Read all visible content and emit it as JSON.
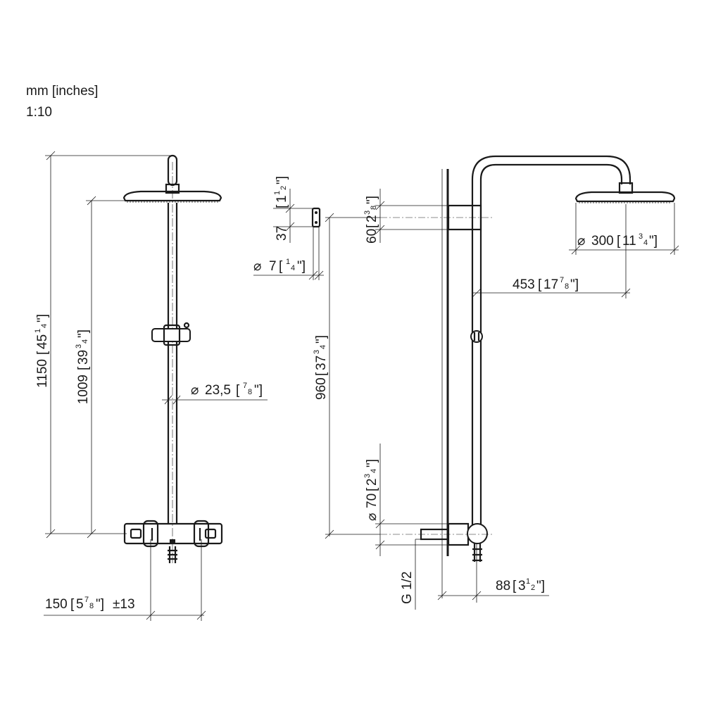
{
  "header": {
    "units": "mm [inches]",
    "scale": "1:10"
  },
  "dimensions": {
    "total_height": {
      "mm": "1150",
      "in_whole": "45",
      "in_num": "1",
      "in_den": "4"
    },
    "head_height": {
      "mm": "1009",
      "in_whole": "39",
      "in_num": "3",
      "in_den": "4"
    },
    "pipe_diameter": {
      "sym": "⌀",
      "mm": "23,5",
      "in_num": "7",
      "in_den": "8"
    },
    "valve_center": {
      "mm": "150",
      "in_whole": "5",
      "in_num": "7",
      "in_den": "8",
      "tol": "±13"
    },
    "bracket_height": {
      "in_whole": "1",
      "in_num": "1",
      "in_den": "2"
    },
    "bracket_mm": {
      "mm": "37"
    },
    "screw_diameter": {
      "sym": "⌀",
      "mm": "7",
      "in_num": "1",
      "in_den": "4"
    },
    "wall_bracket": {
      "mm": "60",
      "in_whole": "2",
      "in_num": "3",
      "in_den": "8"
    },
    "bracket_to_valve": {
      "mm": "960",
      "in_whole": "37",
      "in_num": "3",
      "in_den": "4"
    },
    "rosette_diameter": {
      "sym": "⌀",
      "mm": "70",
      "in_whole": "2",
      "in_num": "3",
      "in_den": "4"
    },
    "thread": {
      "label": "G 1/2"
    },
    "wall_distance": {
      "mm": "88",
      "in_whole": "3",
      "in_num": "1",
      "in_den": "2"
    },
    "arm_projection": {
      "mm": "453",
      "in_whole": "17",
      "in_num": "7",
      "in_den": "8"
    },
    "head_diameter": {
      "sym": "⌀",
      "mm": "300",
      "in_whole": "11",
      "in_num": "3",
      "in_den": "4"
    }
  }
}
